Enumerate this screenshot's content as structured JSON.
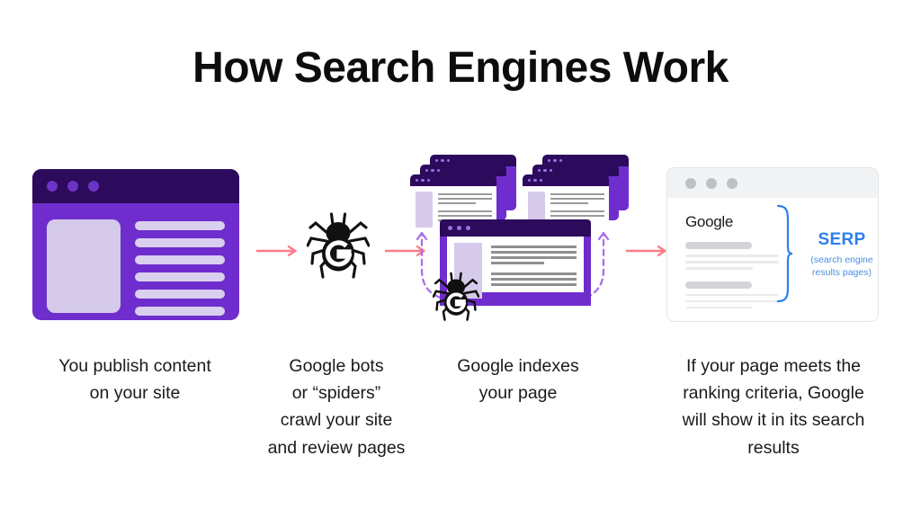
{
  "title": "How Search Engines Work",
  "steps": [
    {
      "id": "publish",
      "caption": "You publish content\non your site",
      "illustration": "purple-browser-window"
    },
    {
      "id": "crawl",
      "caption": "Google bots\nor “spiders”\ncrawl your site\nand review pages",
      "illustration": "google-spider-bot"
    },
    {
      "id": "index",
      "caption": "Google indexes\nyour page",
      "illustration": "stacked-browser-windows-with-spider"
    },
    {
      "id": "rank",
      "caption": "If your page meets the\nranking criteria, Google\nwill show it in its search\nresults",
      "illustration": "serp-panel"
    }
  ],
  "serp": {
    "brand": "Google",
    "label": "SERP",
    "sublabel": "(search engine\nresults pages)",
    "accent_color": "#2D7FF0",
    "header_dots": 3
  },
  "browser_window": {
    "dots": 3,
    "text_lines": 6
  },
  "icons": {
    "spider": "google-spider-icon",
    "arrow": "arrow-right-icon",
    "dashed_arrow": "dashed-curved-arrow-icon"
  },
  "colors": {
    "purple_body": "#6F2DCE",
    "purple_dark": "#2C0A5C",
    "lavender": "#D5CAEA",
    "pink_arrow": "#FF7B8A",
    "dashed_purple": "#A970E8",
    "serp_blue": "#2D7FF0",
    "background": "#FFFFFF"
  }
}
